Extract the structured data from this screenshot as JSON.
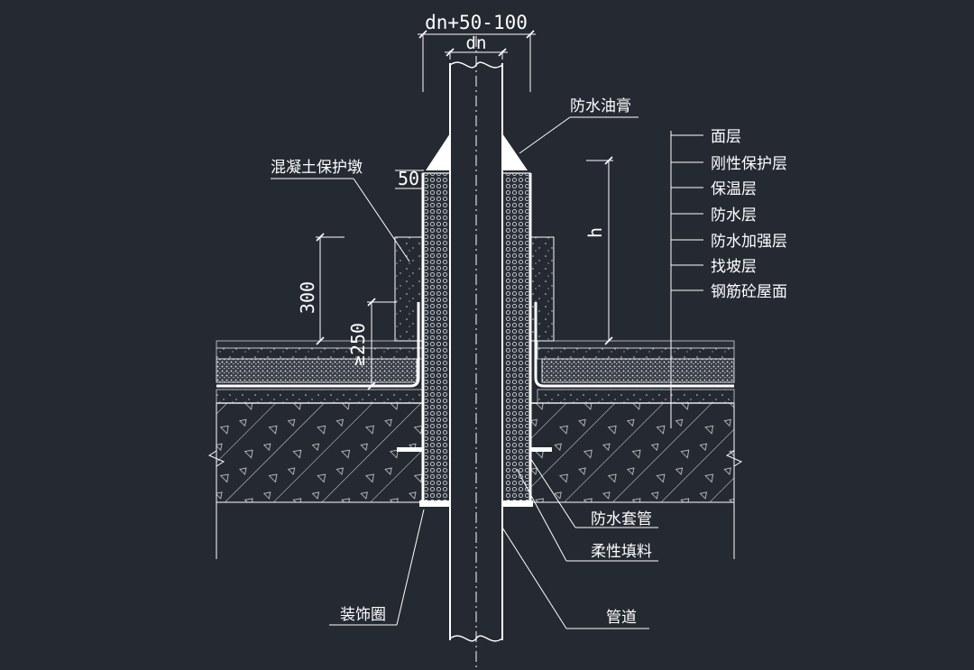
{
  "dimensions": {
    "outer_width": "dn+50-100",
    "pipe_diameter": "dn",
    "cap_height": "50",
    "pier_height": "300",
    "upturn_height": "≥250",
    "fill_height": "h"
  },
  "labels": {
    "waterproof_grease": "防水油膏",
    "concrete_pier": "混凝土保护墩",
    "waterproof_sleeve": "防水套管",
    "flexible_filler": "柔性填料",
    "decorative_ring": "装饰圈",
    "pipe": "管道"
  },
  "layers": [
    "面层",
    "刚性保护层",
    "保温层",
    "防水层",
    "防水加强层",
    "找坡层",
    "钢筋砼屋面"
  ],
  "colors": {
    "background": "#252932",
    "line": "#ffffff"
  }
}
